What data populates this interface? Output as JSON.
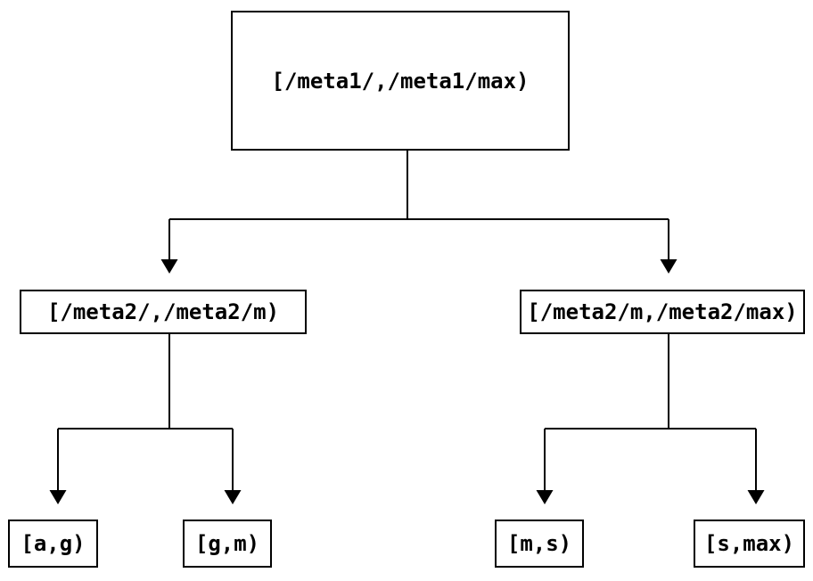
{
  "diagram": {
    "kind": "interval-partition-tree",
    "colors": {
      "background": "#ffffff",
      "line": "#000000",
      "box_border": "#000000",
      "text": "#000000"
    },
    "nodes": {
      "root": {
        "label": "[/meta1/,/meta1/max)"
      },
      "left": {
        "label": "[/meta2/,/meta2/m)"
      },
      "right": {
        "label": "[/meta2/m,/meta2/max)"
      },
      "leaf_ag": {
        "label": "[a,g)"
      },
      "leaf_gm": {
        "label": "[g,m)"
      },
      "leaf_ms": {
        "label": "[m,s)"
      },
      "leaf_smax": {
        "label": "[s,max)"
      }
    },
    "edges": [
      {
        "from": "root",
        "to": "left"
      },
      {
        "from": "root",
        "to": "right"
      },
      {
        "from": "left",
        "to": "leaf_ag"
      },
      {
        "from": "left",
        "to": "leaf_gm"
      },
      {
        "from": "right",
        "to": "leaf_ms"
      },
      {
        "from": "right",
        "to": "leaf_smax"
      }
    ]
  }
}
